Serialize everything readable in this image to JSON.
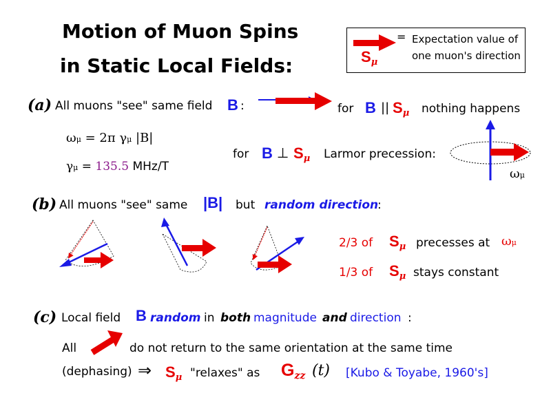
{
  "title": {
    "line1": "Motion of Muon Spins",
    "line2": "in Static Local Fields:"
  },
  "legend": {
    "eq": "=",
    "line1": "Expectation value of",
    "line2": "one muon's direction",
    "symbol": "S",
    "symbol_sub": "μ"
  },
  "section_a": {
    "label": "(a)",
    "text": "All muons \"see\" same field",
    "field": "B",
    "colon": ":",
    "parallel": {
      "for": "for",
      "B": "B",
      "rel": "||",
      "S": "S",
      "S_sub": "μ",
      "tail": "nothing happens"
    },
    "omega_eq": {
      "lhs": "ω",
      "lhs_sub": "μ",
      "mid": " = 2π γ",
      "mid_sub": "μ",
      "rhs": " |B|"
    },
    "gamma_eq": {
      "lhs": "γ",
      "lhs_sub": "μ",
      "eq": " = ",
      "value": "135.5",
      "unit": " MHz/T"
    },
    "perp": {
      "for": "for",
      "B": "B",
      "rel": "⊥",
      "S": "S",
      "S_sub": "μ",
      "tail": "Larmor precession:"
    },
    "omega_label": "ω",
    "omega_label_sub": "μ"
  },
  "section_b": {
    "label": "(b)",
    "text": "All muons \"see\" same",
    "field": "|B|",
    "but": "but",
    "random": "random direction",
    "colon": ":",
    "line1": {
      "frac": "2/3 of",
      "S": "S",
      "S_sub": "μ",
      "tail": "precesses at",
      "omega": "ω",
      "omega_sub": "μ"
    },
    "line2": {
      "frac": "1/3 of",
      "S": "S",
      "S_sub": "μ",
      "tail": "stays constant"
    }
  },
  "section_c": {
    "label": "(c)",
    "text1": "Local field",
    "field": "B",
    "random": "random",
    "in": "in",
    "both": "both",
    "magnitude": "magnitude",
    "and": "and",
    "direction": "direction",
    "colon": ":",
    "all": "All",
    "not_return": "do not return to the same orientation at the same time",
    "dephasing": "(dephasing)",
    "implies": "⇒",
    "S": "S",
    "S_sub": "μ",
    "relaxes": "\"relaxes\" as",
    "G": "G",
    "G_sub": "zz",
    "t": "(t)",
    "ref": "[Kubo & Toyabe, 1960's]"
  },
  "colors": {
    "red": "#e60000",
    "blue": "#1a1ae6",
    "text": "#000000"
  }
}
